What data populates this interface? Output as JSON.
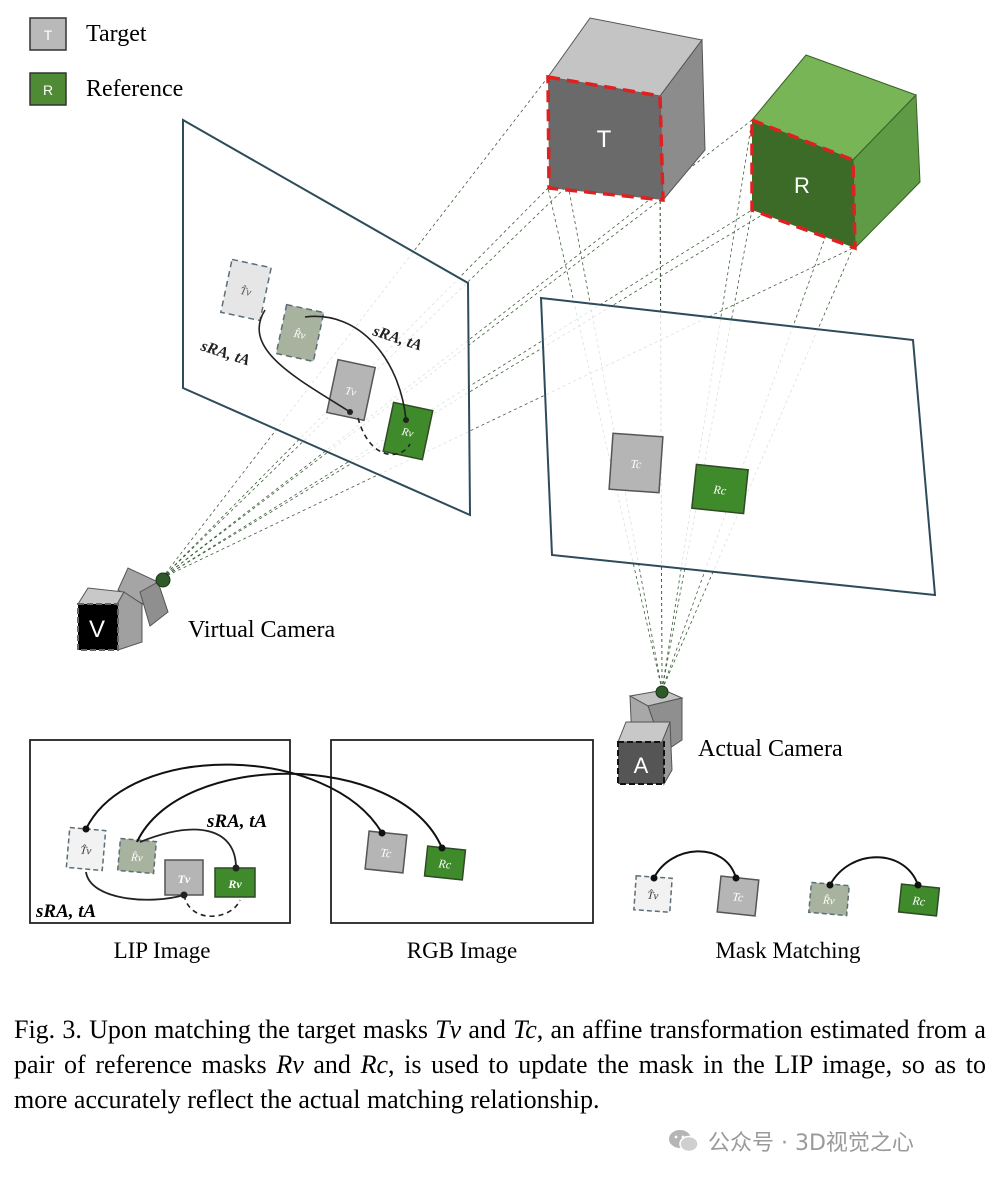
{
  "legend": {
    "target": {
      "glyph": "T",
      "label": "Target",
      "color": "#b9b9b9"
    },
    "reference": {
      "glyph": "R",
      "label": "Reference",
      "color": "#4f8a35"
    }
  },
  "cubes": {
    "target": {
      "glyph": "T"
    },
    "reference": {
      "glyph": "R"
    }
  },
  "virtual_view": {
    "masks": {
      "t_hat": "T̂v",
      "r_hat": "R̂v",
      "t_v": "Tv",
      "r_v": "Rv"
    },
    "transform_left": "sRA, tA",
    "transform_right": "sRA, tA"
  },
  "actual_view": {
    "masks": {
      "t_c": "Tc",
      "r_c": "Rc"
    }
  },
  "cameras": {
    "virtual": {
      "glyph": "V",
      "label": "Virtual Camera"
    },
    "actual": {
      "glyph": "A",
      "label": "Actual Camera"
    }
  },
  "panels": {
    "lip": {
      "title": "LIP Image",
      "masks": {
        "t_hat": "T̂v",
        "r_hat": "R̂v",
        "t_v": "Tv",
        "r_v": "Rv"
      },
      "transform_top": "sRA, tA",
      "transform_bottom": "sRA, tA"
    },
    "rgb": {
      "title": "RGB Image",
      "masks": {
        "t_c": "Tc",
        "r_c": "Rc"
      }
    },
    "matching": {
      "title": "Mask Matching",
      "masks": {
        "t_hat": "T̂v",
        "t_c": "Tc",
        "r_hat": "R̂v",
        "r_c": "Rc"
      }
    }
  },
  "caption": {
    "p1": "Fig. 3.  Upon matching the target masks ",
    "m1": "Tv",
    "p2": " and ",
    "m2": "Tc",
    "p3": ", an affine transformation estimated from a pair of reference masks ",
    "m3": "Rv",
    "p4": " and ",
    "m4": "Rc",
    "p5": ", is used to update the mask in the LIP image, so as to more accurately reflect the actual matching relationship."
  },
  "watermark": "公众号 · 3D视觉之心",
  "colors": {
    "target_gray": "#6a6a6a",
    "reference_green": "#3b6b26",
    "dash_red": "#e02020",
    "frame": "#2e4b5a"
  }
}
